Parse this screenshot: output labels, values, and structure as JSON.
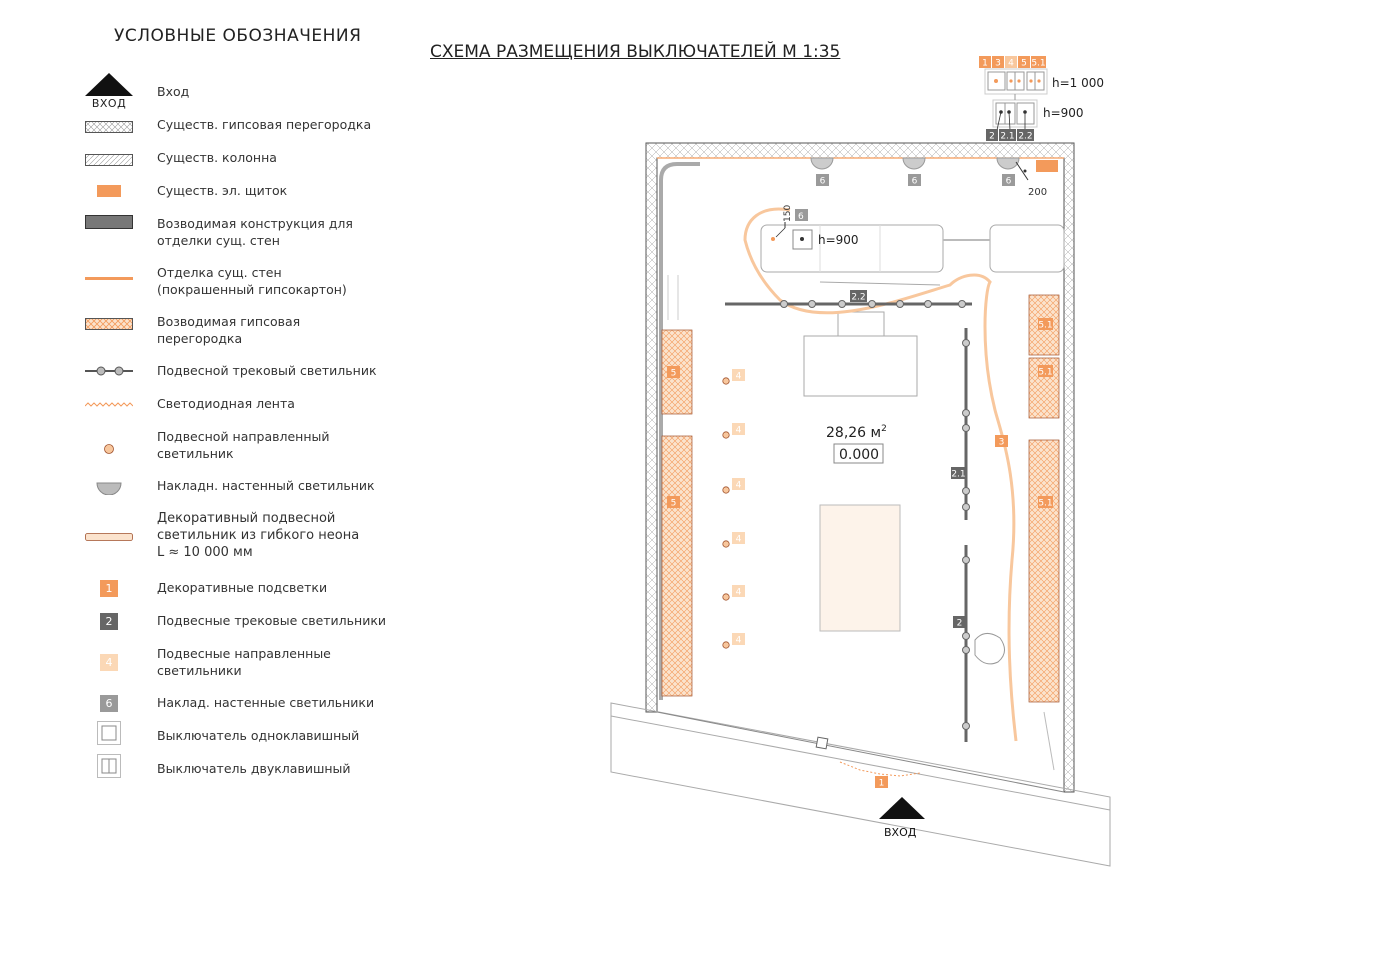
{
  "legend": {
    "title": "УСЛОВНЫЕ ОБОЗНАЧЕНИЯ",
    "entrance_word": "ВХОД",
    "items": [
      {
        "label": "Вход"
      },
      {
        "label": "Существ. гипсовая перегородка"
      },
      {
        "label": "Существ. колонна"
      },
      {
        "label": "Существ. эл. щиток"
      },
      {
        "label": "Возводимая конструкция для\nотделки сущ. стен"
      },
      {
        "label": "Отделка сущ. стен\n(покрашенный гипсокартон)"
      },
      {
        "label": "Возводимая гипсовая\nперегородка"
      },
      {
        "label": "Подвесной трековый светильник"
      },
      {
        "label": "Светодиодная лента"
      },
      {
        "label": "Подвесной направленный\nсветильник"
      },
      {
        "label": "Накладн. настенный светильник"
      },
      {
        "label": "Декоративный подвесной\nсветильник из гибкого неона\nL ≈ 10 000 мм"
      },
      {
        "label": "Декоративные подсветки",
        "badge": "1"
      },
      {
        "label": "Подвесные трековые светильники",
        "badge": "2"
      },
      {
        "label": "Подвесные направленные\nсветильники",
        "badge": "4"
      },
      {
        "label": "Наклад. настенные светильники",
        "badge": "6"
      },
      {
        "label": "Выключатель одноклавишный"
      },
      {
        "label": "Выключатель двуклавишный"
      }
    ]
  },
  "plan": {
    "title": "СХЕМА РАЗМЕЩЕНИЯ ВЫКЛЮЧАТЕЛЕЙ М 1:35",
    "area": "28,26 м",
    "area_sup": "2",
    "level": "0.000",
    "entrance_word": "ВХОД",
    "switch_top_group": [
      "1",
      "3",
      "4",
      "5",
      "5.1"
    ],
    "switch_top_height": "h=1 000",
    "switch_mid_group": [
      "2",
      "2.1",
      "2.2"
    ],
    "switch_mid_height": "h=900",
    "dim_200": "200",
    "dim_150": "150",
    "desk_switch_badge": "6",
    "desk_switch_height": "h=900",
    "wall_lamp_badges": [
      "6",
      "6",
      "6"
    ],
    "track_badges": [
      "2.2",
      "2.1",
      "2"
    ],
    "deco_badges_left": [
      "5",
      "5"
    ],
    "deco_badges_right": [
      "5.1",
      "5.1",
      "5.1"
    ],
    "neon_badge": "3",
    "spot_badges": [
      "4",
      "4",
      "4",
      "4",
      "4",
      "4"
    ],
    "entrance_badge": "1"
  },
  "colors": {
    "orange": "#f39a5b",
    "light_orange": "#f8c79d",
    "peach": "#fbe3cd",
    "dark_gray": "#666666",
    "gray": "#9a9a9a"
  }
}
